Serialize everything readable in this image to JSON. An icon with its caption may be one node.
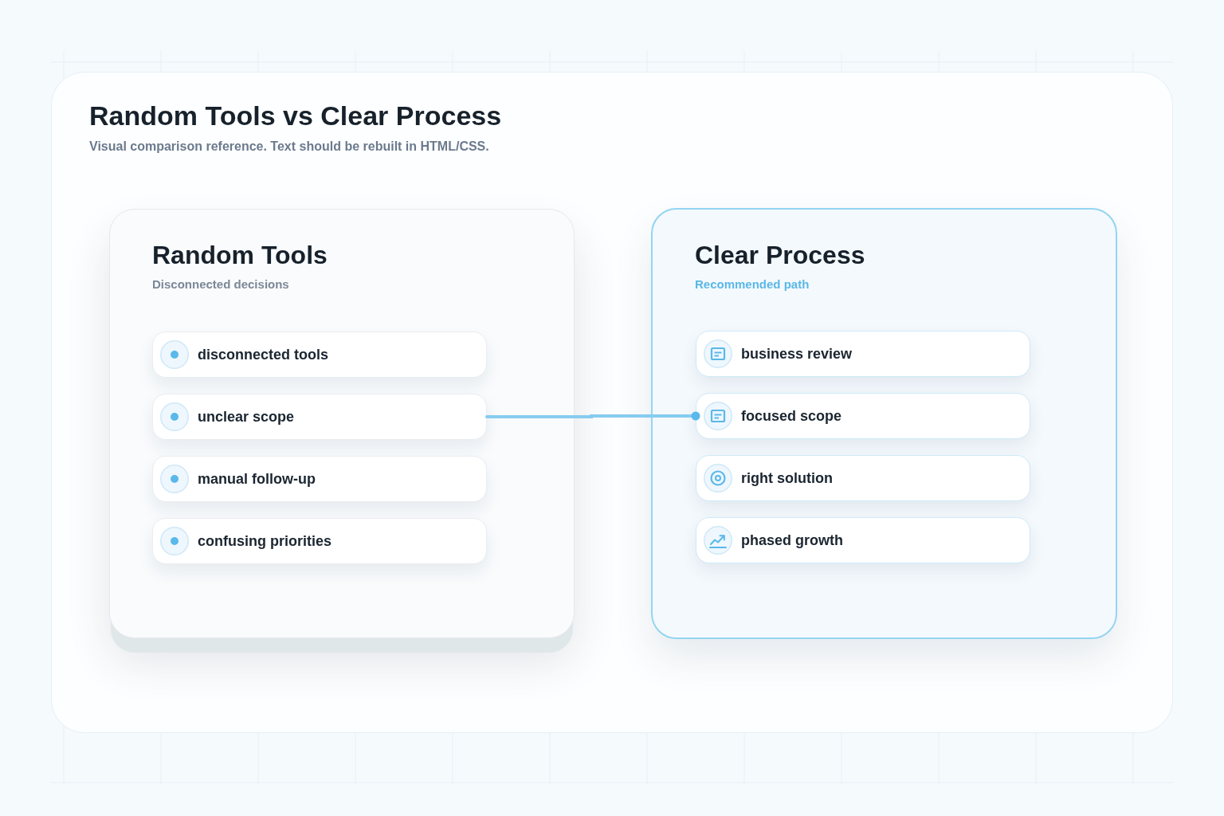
{
  "diagram": {
    "title": "Random Tools vs Clear Process",
    "nodes": [
      {
        "text": [
          "Random Tools",
          "Disconnected decisions"
        ]
      },
      {
        "text": [
          "disconnected tools"
        ],
        "in": 0
      },
      {
        "text": [
          "unclear scope"
        ],
        "in": 0
      },
      {
        "text": [
          "manual follow-up"
        ],
        "in": 0
      },
      {
        "text": [
          "confusing priorities"
        ],
        "in": 0
      },
      {
        "text": [
          "Clear Process",
          "Recommended path"
        ]
      },
      {
        "text": [
          "business review"
        ],
        "in": 5
      },
      {
        "text": [
          "focused scope"
        ],
        "in": 5
      },
      {
        "text": [
          "right solution"
        ],
        "in": 5
      },
      {
        "text": [
          "phased growth"
        ],
        "in": 5
      }
    ],
    "edges": [
      {
        "from": 2,
        "to": 7,
        "arrow": "other"
      }
    ],
    "labels": [
      "Visual comparison reference. Text should be rebuilt in HTML/CSS."
    ]
  }
}
